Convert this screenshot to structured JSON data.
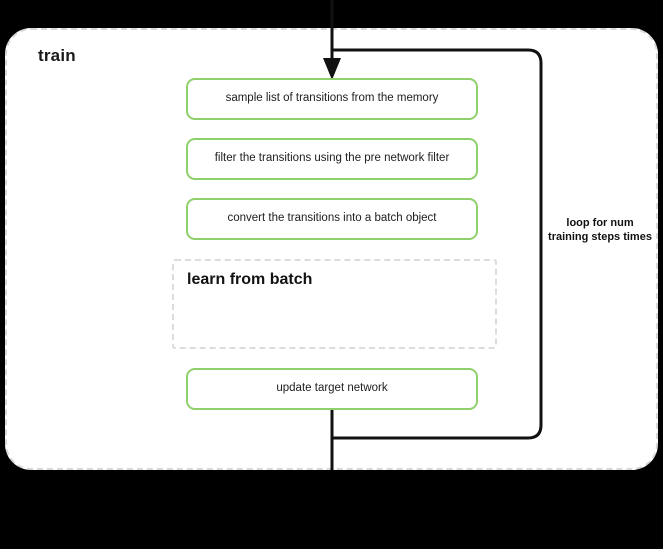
{
  "diagram": {
    "title": "train",
    "background_color": "#000000",
    "canvas_color": "#ffffff",
    "accent_color": "#8ed06a",
    "steps": [
      {
        "id": "sample",
        "label": "sample list of transitions from the memory"
      },
      {
        "id": "filter",
        "label": "filter the transitions using the pre network filter"
      },
      {
        "id": "convert",
        "label": "convert the transitions into a batch object"
      },
      {
        "id": "update",
        "label": "update target network"
      }
    ],
    "group": {
      "id": "learn-from-batch",
      "label": "learn from batch"
    },
    "loop": {
      "label": "loop for num training steps times"
    }
  }
}
